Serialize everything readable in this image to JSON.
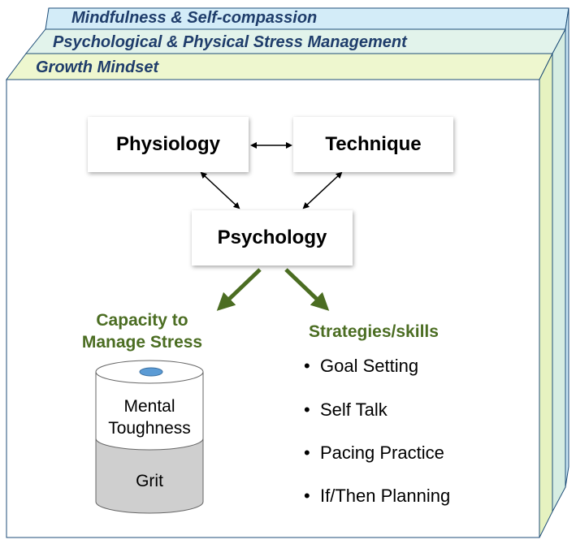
{
  "layers": {
    "outer": "Mindfulness & Self-compassion",
    "middle": "Psychological  & Physical Stress Management",
    "inner": "Growth Mindset"
  },
  "nodes": {
    "physiology": "Physiology",
    "technique": "Technique",
    "psychology": "Psychology"
  },
  "capacity": {
    "heading_line1": "Capacity to",
    "heading_line2": "Manage Stress",
    "can_top_line1": "Mental",
    "can_top_line2": "Toughness",
    "can_bottom": "Grit"
  },
  "strategies": {
    "heading": "Strategies/skills",
    "items": [
      "Goal Setting",
      "Self Talk",
      "Pacing Practice",
      "If/Then Planning"
    ]
  },
  "colors": {
    "outer_layer": "#d3ecf8",
    "middle_layer": "#e2f3eb",
    "inner_layer": "#eef7cf",
    "layer_text": "#1f3d6b",
    "green": "#4b6d22",
    "can_grey": "#cfcfcf",
    "can_cap": "#5b9bd5"
  }
}
